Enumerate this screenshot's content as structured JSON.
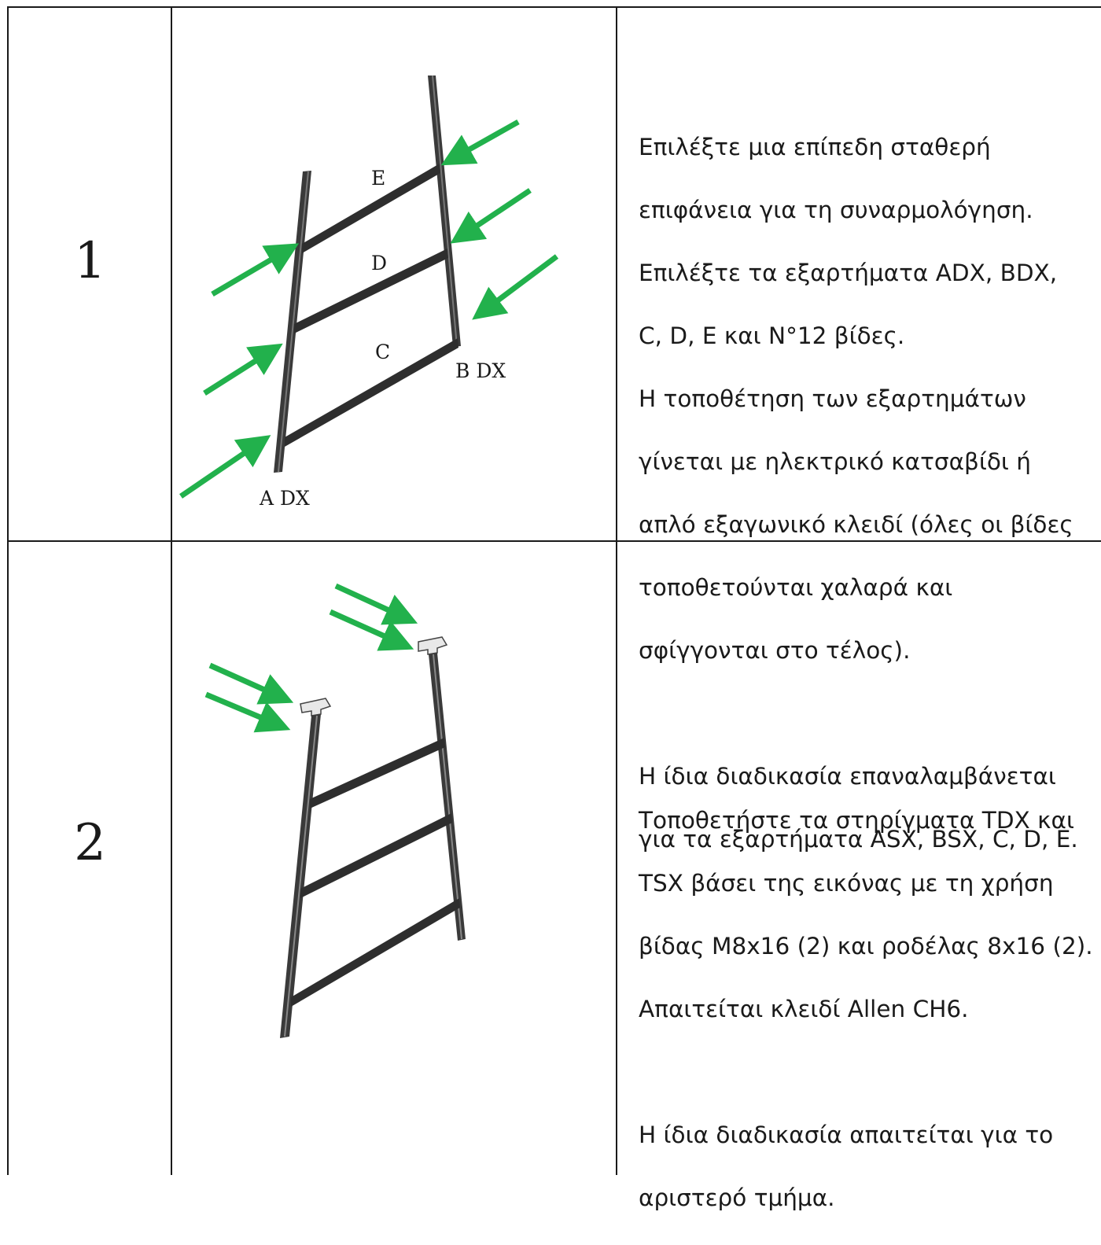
{
  "steps": [
    {
      "number": "1",
      "labels": {
        "e": "E",
        "d": "D",
        "c": "C",
        "b": "B DX",
        "a": "A DX"
      },
      "instructions": [
        "Επιλέξτε μια επίπεδη σταθερή",
        "επιφάνεια για τη συναρμολόγηση.",
        "Επιλέξτε τα εξαρτήματα ADX, BDX,",
        "C, D, E και N°12 βίδες.",
        "Η τοποθέτηση των εξαρτημάτων",
        "γίνεται με ηλεκτρικό κατσαβίδι ή",
        "απλό εξαγωνικό κλειδί (όλες οι βίδες",
        "τοποθετούνται χαλαρά και",
        "σφίγγονται στο τέλος)."
      ],
      "note": [
        "Η ίδια διαδικασία επαναλαμβάνεται",
        "για τα εξαρτήματα ASX, BSX, C, D, E."
      ]
    },
    {
      "number": "2",
      "instructions": [
        "Τοποθετήστε τα στηρίγματα TDX και",
        "TSX βάσει της εικόνας με τη χρήση",
        "βίδας M8x16 (2) και ροδέλας 8x16 (2).",
        "Απαιτείται κλειδί Allen CH6."
      ],
      "note": [
        "Η ίδια διαδικασία απαιτείται για το",
        "αριστερό τμήμα."
      ]
    }
  ],
  "colors": {
    "arrow": "#22b14c",
    "frame": "#2a2a2a",
    "border": "#1a1a1a"
  }
}
